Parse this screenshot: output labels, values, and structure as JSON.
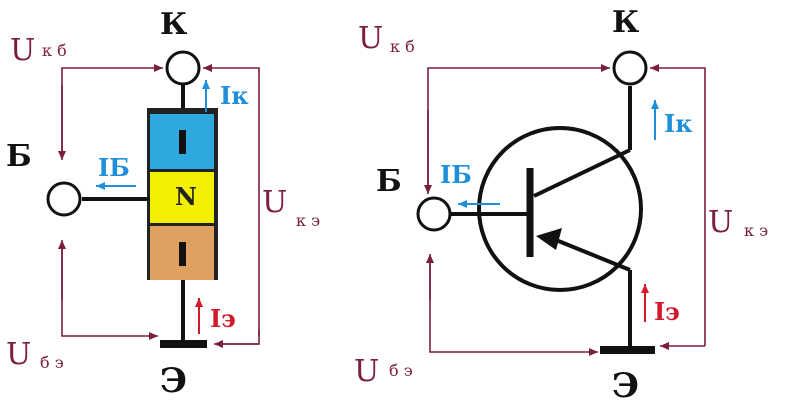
{
  "colors": {
    "wire": "#111111",
    "voltage_line": "#7a1f3c",
    "collector_region": "#2fa8de",
    "base_region": "#f2ef00",
    "emitter_region": "#e0a060",
    "base_current": "#1e8fd8",
    "collector_current": "#1e8fd8",
    "emitter_current": "#d21a2a"
  },
  "left": {
    "collector_label": "К",
    "base_label": "Б",
    "emitter_label": "Э",
    "ukb": {
      "u": "U",
      "sub": "к б"
    },
    "ube": {
      "u": "U",
      "sub": "б э"
    },
    "uke": {
      "u": "U",
      "sub": "к э"
    },
    "ik": "Iк",
    "ib": "IБ",
    "ie": "Iэ",
    "collector_region_label": "I",
    "base_region_label": "N",
    "emitter_region_label": "I"
  },
  "right": {
    "collector_label": "К",
    "base_label": "Б",
    "emitter_label": "Э",
    "ukb": {
      "u": "U",
      "sub": "к б"
    },
    "ube": {
      "u": "U",
      "sub": "б э"
    },
    "uke": {
      "u": "U",
      "sub": "к э"
    },
    "ik": "Iк",
    "ib": "IБ",
    "ie": "Iэ"
  }
}
